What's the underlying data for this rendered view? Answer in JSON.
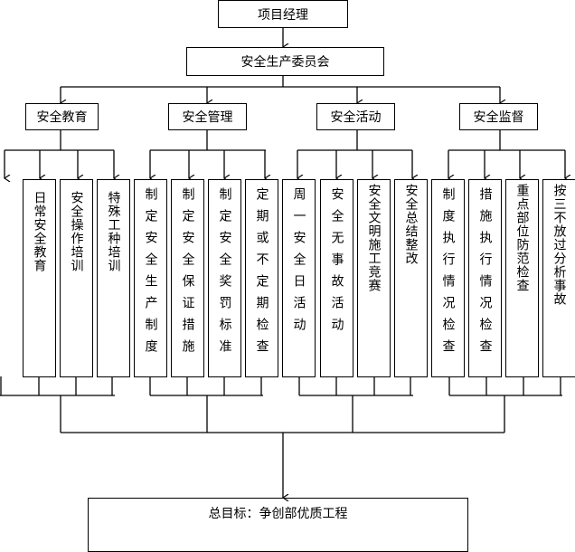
{
  "top": {
    "manager": "项目经理",
    "committee": "安全生产委员会"
  },
  "categories": [
    "安全教育",
    "安全管理",
    "安全活动",
    "安全监督"
  ],
  "items": [
    [
      "日常安全教育",
      "安全操作培训",
      "特殊工种培训"
    ],
    [
      "制定安全生产制度",
      "制定安全保证措施",
      "制定安全奖罚标准",
      "定期或不定期检查"
    ],
    [
      "周一安全日活动",
      "安全无事故活动",
      "安全文明施工竞赛",
      "安全总结整改"
    ],
    [
      "制度执行情况检查",
      "措施执行情况检查",
      "重点部位防范检查",
      "按三不放过分析事故"
    ]
  ],
  "goal": "总目标：争创部优质工程"
}
